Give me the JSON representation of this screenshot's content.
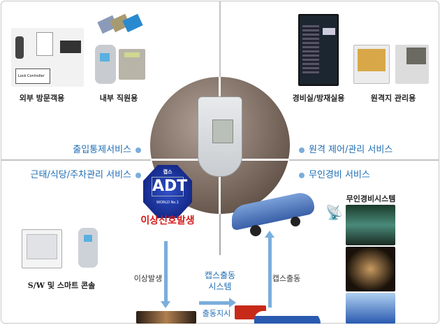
{
  "top_left": {
    "caption_1": "외부 방문객용",
    "caption_2": "내부 직원용",
    "diagram_text": "Lock Controller"
  },
  "top_right": {
    "caption_1": "경비실/방재실용",
    "caption_2": "원격지 관리용"
  },
  "services": {
    "access_control": "출입통제서비스",
    "remote_control": "원격 제어/관리 서비스",
    "attendance": "근태/식당/주차관리 서비스",
    "unmanned": "무인경비 서비스"
  },
  "badge": {
    "top": "캡스",
    "brand": "ADT",
    "bottom": "WORLD No.1"
  },
  "flow": {
    "signal": "이상신호발생",
    "abnormal": "이상발생",
    "system_line1": "캡스출동",
    "system_line2": "시스템",
    "dispatch": "캡스출동",
    "order": "출동지시"
  },
  "bottom_left": {
    "caption": "S/W 및 스마트 콘솔"
  },
  "right_panel": {
    "title": "무인경비시스템"
  },
  "colors": {
    "service_blue": "#1f6db3",
    "arrow": "#7aaedc",
    "alert_red": "#d41b1b",
    "divider": "#c4c4c4"
  }
}
